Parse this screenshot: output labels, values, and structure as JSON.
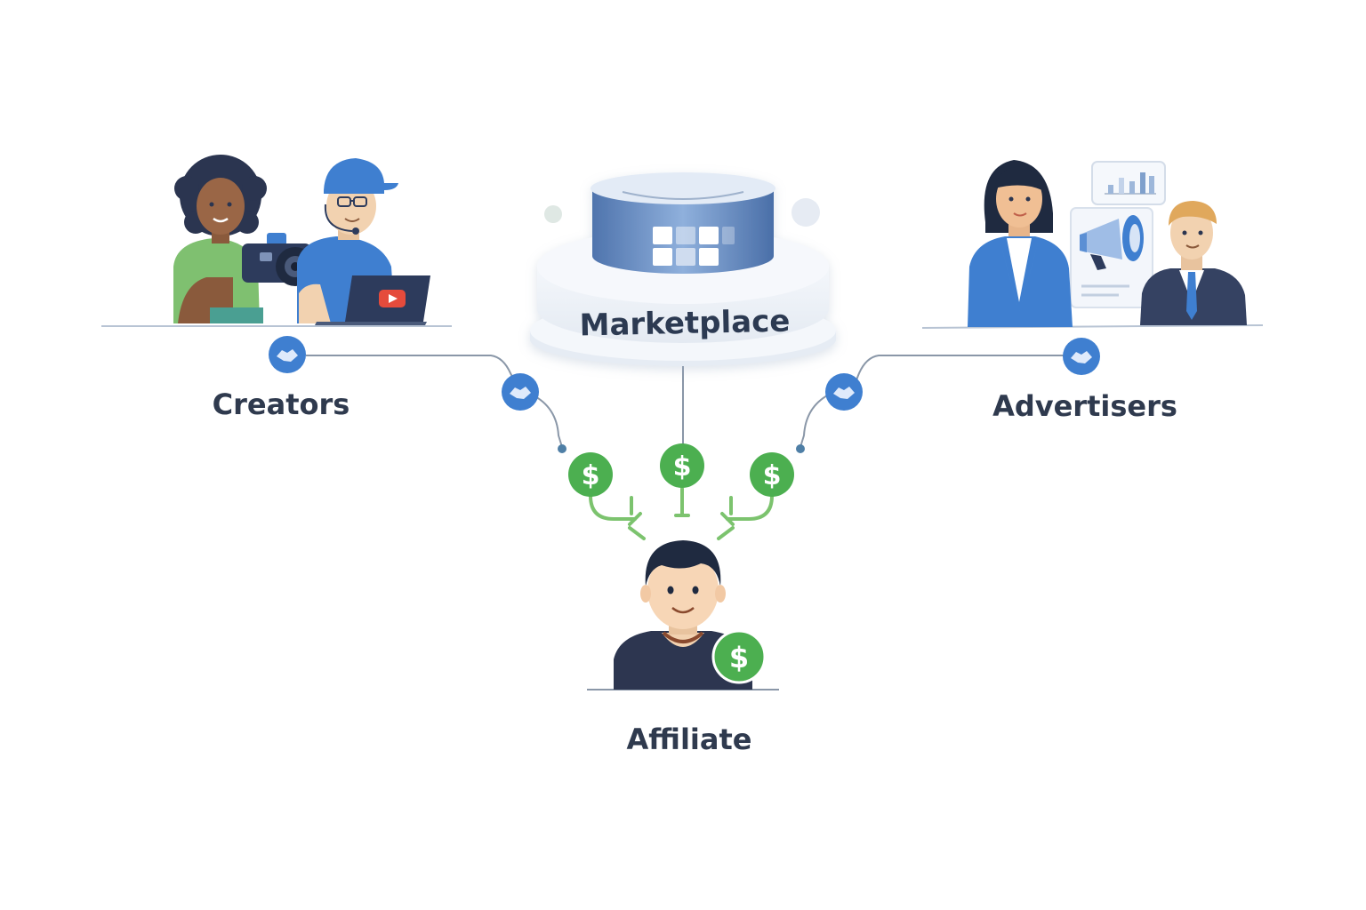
{
  "labels": {
    "creators": "Creators",
    "advertisers": "Advertisers",
    "affiliate": "Affiliate",
    "marketplace": "Marketplace"
  },
  "icons": {
    "handshake": "handshake-icon",
    "money": "dollar-coin-icon",
    "camera": "camera-icon",
    "laptop": "laptop-icon",
    "video": "video-play-icon",
    "megaphone": "megaphone-icon",
    "chart": "bar-chart-icon"
  },
  "colors": {
    "text": "#2f3a4e",
    "blue": "#3f78c8",
    "green": "#4caf50",
    "line": "#8a97a8",
    "platform": "#5f86bd"
  }
}
